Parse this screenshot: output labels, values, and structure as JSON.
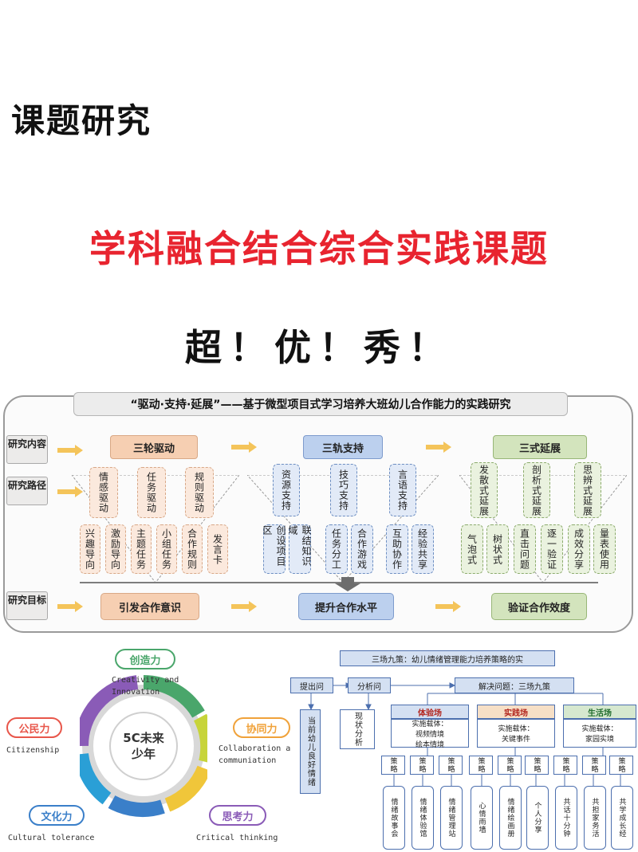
{
  "heading_small": "课题研究",
  "heading_red": "学科融合结合综合实践课题",
  "heading_exclaim": "超！优！秀！",
  "diagram1": {
    "title": "“驱动·支持·延展”——基于微型项目式学习培养大班幼儿合作能力的实践研究",
    "row_labels": [
      "研究内容",
      "研究路径",
      "研究目标"
    ],
    "headers": [
      "三轮驱动",
      "三轨支持",
      "三式延展"
    ],
    "peach_top": [
      "情感驱动",
      "任务驱动",
      "规则驱动"
    ],
    "peach_bottom": [
      "兴趣导向",
      "激励导向",
      "主题任务",
      "小组任务",
      "合作规则",
      "发言卡"
    ],
    "blue_top": [
      "资源支持",
      "技巧支持",
      "言语支持"
    ],
    "blue_bottom": [
      "创设项目区",
      "联结知识域",
      "任务分工",
      "合作游戏",
      "互助协作",
      "经验共享"
    ],
    "green_top": [
      "发散式延展",
      "剖析式延展",
      "思辨式延展"
    ],
    "green_bottom": [
      "气泡式",
      "树状式",
      "直击问题",
      "逐一验证",
      "成效分享",
      "量表使用"
    ],
    "goals": [
      "引发合作意识",
      "提升合作水平",
      "验证合作效度"
    ],
    "colors": {
      "peach": "#f6cfb2",
      "blue": "#bcd0ee",
      "green": "#d3e4bd",
      "arrow": "#f4c45a"
    }
  },
  "c5": {
    "center": "5C未来少年",
    "items": [
      {
        "label": "创造力",
        "cap1": "Creativity and",
        "cap2": "Innovation",
        "color": "#4aa66b"
      },
      {
        "label": "协同力",
        "cap1": "Collaboration a",
        "cap2": "communiation",
        "color": "#f0a23a"
      },
      {
        "label": "公民力",
        "cap1": "Citizenship",
        "cap2": "",
        "color": "#e8564a"
      },
      {
        "label": "文化力",
        "cap1": "Cultural tolerance",
        "cap2": "",
        "color": "#3a7fc9"
      },
      {
        "label": "思考力",
        "cap1": "Critical thinking",
        "cap2": "",
        "color": "#8a5bb7"
      }
    ],
    "ring_colors": [
      "#4aa66b",
      "#c7d43a",
      "#f0c63a",
      "#3a7fc9",
      "#2a9fd6",
      "#8a5bb7"
    ]
  },
  "diagram3": {
    "title": "三场九策：幼儿情绪管理能力培养策略的实",
    "raise": "提出问",
    "analyze": "分析问",
    "solve": "解决问题：三场九策",
    "left_vertical": "当前幼儿良好情绪",
    "status_box": "现状分析",
    "fields": [
      {
        "name": "体验场",
        "carrier": "实施载体：",
        "detail1": "视频情境",
        "detail2": "绘本情境"
      },
      {
        "name": "实践场",
        "carrier": "实施载体：",
        "detail1": "关键事件",
        "detail2": ""
      },
      {
        "name": "生活场",
        "carrier": "实施载体：",
        "detail1": "家园实境",
        "detail2": ""
      }
    ],
    "strategy_label": "策略",
    "strategies": [
      "情绪故事会",
      "情绪体验馆",
      "情绪管理站",
      "心情雨墙",
      "情绪绘画册",
      "个人分享",
      "共话十分钟",
      "共担家务活",
      "共学成长经"
    ]
  }
}
